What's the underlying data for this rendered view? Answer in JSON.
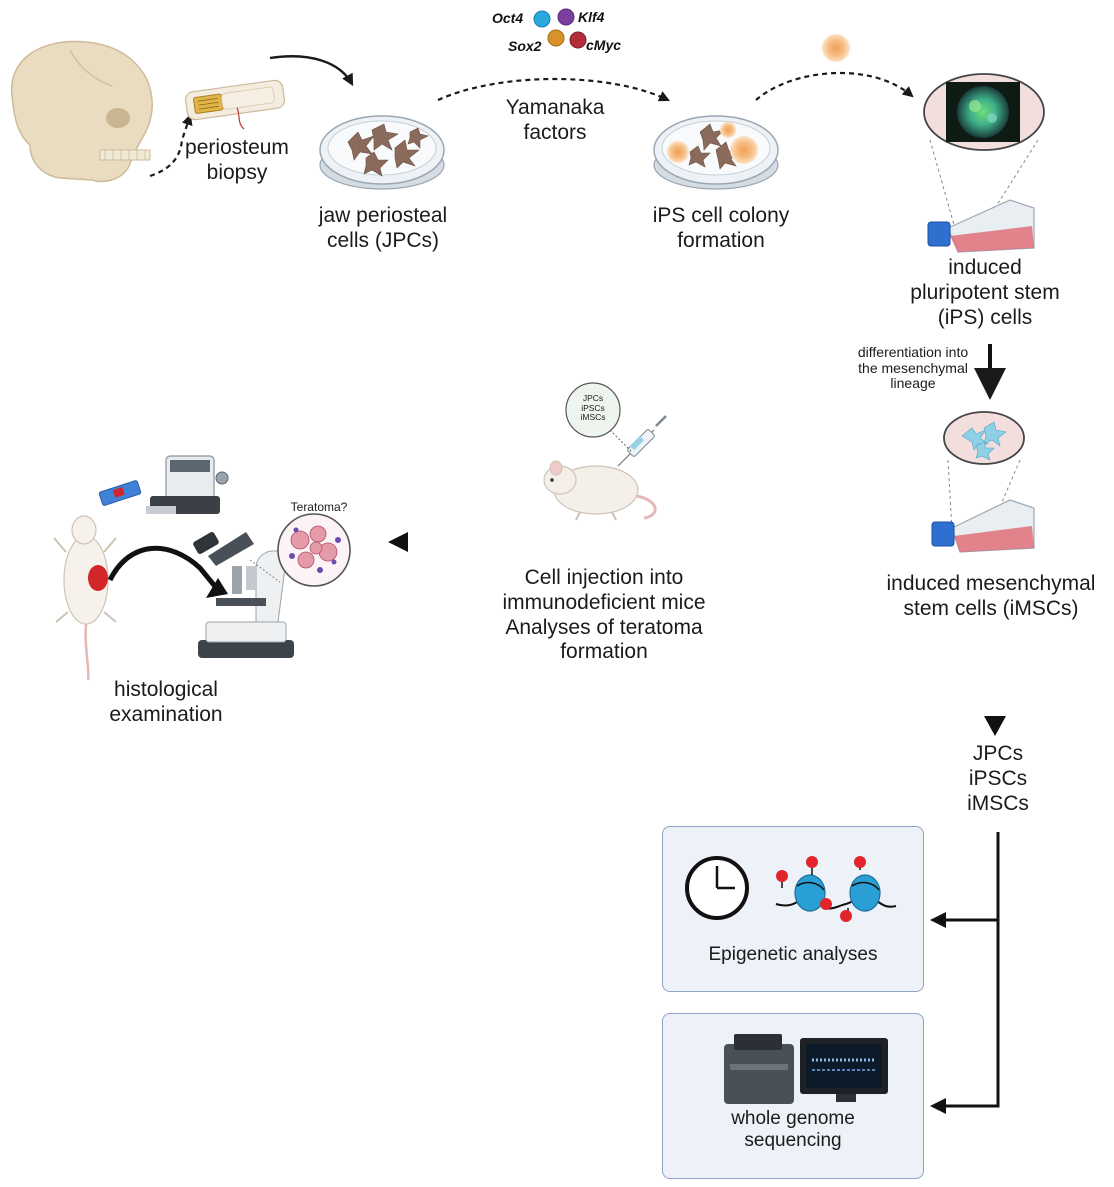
{
  "labels": {
    "periosteum_biopsy": [
      "periosteum",
      "biopsy"
    ],
    "jpcs": [
      "jaw periosteal",
      "cells (JPCs)"
    ],
    "yamanaka": [
      "Yamanaka",
      "factors"
    ],
    "ips_colony": [
      "iPS cell colony",
      "formation"
    ],
    "ips_cells": [
      "induced",
      "pluripotent stem",
      "(iPS) cells"
    ],
    "differentiation": [
      "differentiation into",
      "the mesenchymal",
      "lineage"
    ],
    "imscs": [
      "induced mesenchymal",
      "stem cells (iMSCs)"
    ],
    "cell_injection": [
      "Cell injection into",
      "immunodeficient mice",
      "Analyses of teratoma",
      "formation"
    ],
    "histological": [
      "histological",
      "examination"
    ],
    "teratoma": "Teratoma?",
    "syringe_bubble": [
      "JPCs",
      "iPSCs",
      "iMSCs"
    ],
    "cell_types": [
      "JPCs",
      "iPSCs",
      "iMSCs"
    ],
    "epigenetic": "Epigenetic analyses",
    "wgs": [
      "whole genome",
      "sequencing"
    ]
  },
  "factors": [
    {
      "name": "Oct4",
      "color": "#2aa7dd"
    },
    {
      "name": "Klf4",
      "color": "#7b3fa0"
    },
    {
      "name": "Sox2",
      "color": "#d8922a"
    },
    {
      "name": "cMyc",
      "color": "#b32d3a"
    }
  ],
  "colors": {
    "arrow": "#1a1a1a",
    "cell": "#8a6a5a",
    "dish": "#dfe6ec",
    "flask_medium": "#e0707a",
    "flask_cap": "#2f6fd0",
    "box_fill": "#edf1f8",
    "box_border": "#8fa3c4",
    "methyl": "#e0262b",
    "nucleosome": "#2a9fd6"
  },
  "icons": [
    "skull-icon",
    "biopsy-tube-icon",
    "petri-dish-icon",
    "culture-flask-icon",
    "mouse-icon",
    "syringe-icon",
    "microscope-icon",
    "microtome-icon",
    "clock-icon",
    "nucleosome-icon",
    "sequencer-icon"
  ]
}
